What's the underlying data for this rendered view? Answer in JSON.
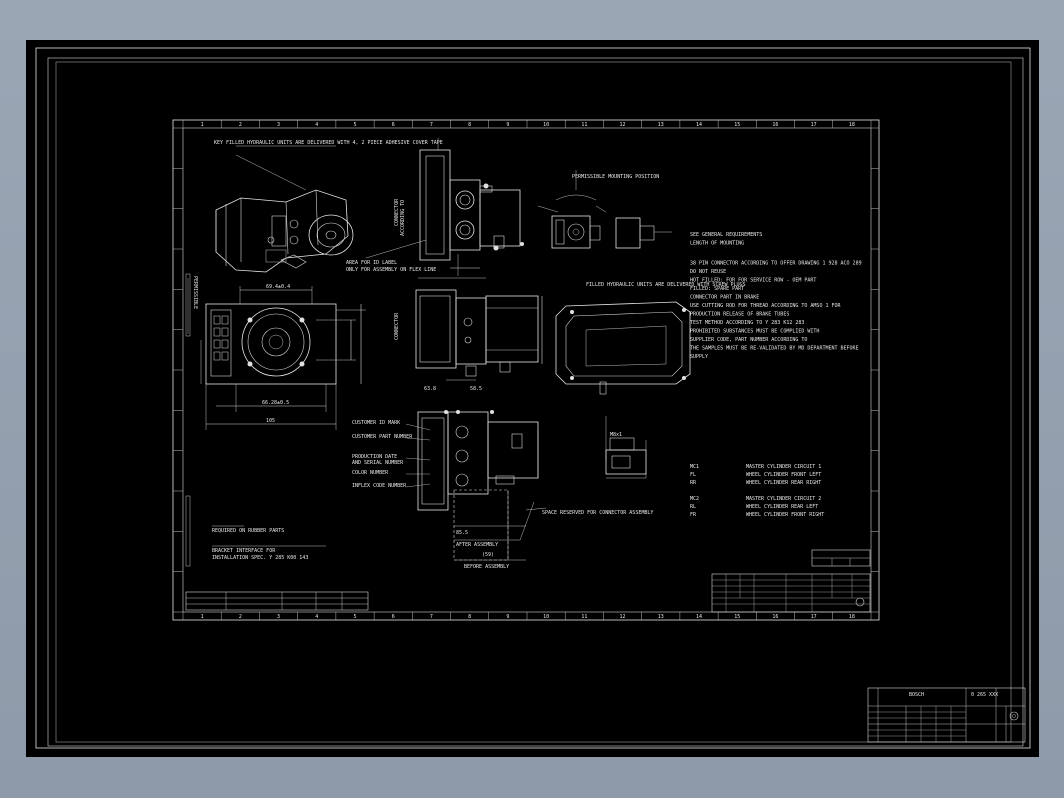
{
  "drawing": {
    "notes_top_left": "KEY FILLED HYDRAULIC UNITS ARE DELIVERED WITH 4, 2 PIECE ADHESIVE COVER TAPE",
    "label_area": "AREA FOR ID LABEL",
    "label_area_2": "ONLY FOR ASSEMBLY ON FLEX LINE",
    "permissible_position": "PERMISSIBLE MOUNTING POSITION",
    "filled_units_note": "FILLED HYDRAULIC UNITS ARE DELIVERED WITH SCREW PLUGS",
    "top_view_dims": {
      "d1": "69.4±0.4",
      "d2": "66.28±0.5",
      "d3": "105"
    },
    "label_fields": [
      "CUSTOMER ID MARK",
      "CUSTOMER PART NUMBER",
      "PRODUCTION DATE",
      "AND SERIAL NUMBER",
      "COLOR NUMBER",
      "INFLEX CODE NUMBER"
    ],
    "space_note": "SPACE RESERVED FOR CONNECTOR ASSEMBLY",
    "after_assembly": "AFTER ASSEMBLY",
    "before_assembly": "BEFORE ASSEMBLY",
    "bottom_notes": [
      "REQUIRED ON RUBBER PARTS",
      "BRACKET INTERFACE FOR",
      "INSTALLATION SPEC. Y 285 K00 143"
    ],
    "right_notes": [
      "SEE GENERAL REQUIREMENTS",
      "LENGTH OF MOUNTING",
      "38 PIN CONNECTOR ACCORDING TO OFFER DRAWING 1 928 ACO 289",
      "DO NOT REUSE",
      "HOT FILLED: FOR FOR SERVICE ROW - OEM PART",
      "FILLED: SPARE PART",
      "CONNECTOR PART IN BRAKE",
      "USE CUTTING ROD FOR THREAD ACCORDING TO AMSO 1 FOR",
      "PRODUCTION RELEASE OF BRAKE TUBES",
      "TEST METHOD ACCORDING TO Y 283 K12 283",
      "PROHIBITED SUBSTANCES MUST BE COMPLIED WITH",
      "SUPPLIER CODE, PART NUMBER ACCORDING TO",
      "THE SAMPLES MUST BE RE-VALIDATED BY MD DEPARTMENT BEFORE",
      "SUPPLY"
    ],
    "ports": [
      {
        "code": "MC1",
        "desc": "MASTER CYLINDER CIRCUIT 1"
      },
      {
        "code": "FL",
        "desc": "WHEEL CYLINDER FRONT LEFT"
      },
      {
        "code": "RR",
        "desc": "WHEEL CYLINDER REAR RIGHT"
      },
      {
        "code": "MC2",
        "desc": "MASTER CYLINDER CIRCUIT 2"
      },
      {
        "code": "RL",
        "desc": "WHEEL CYLINDER REAR LEFT"
      },
      {
        "code": "FR",
        "desc": "WHEEL CYLINDER FRONT RIGHT"
      }
    ],
    "border_numbers": [
      "1",
      "2",
      "3",
      "4",
      "5",
      "6",
      "7",
      "8",
      "9",
      "10",
      "11",
      "12",
      "13",
      "14",
      "15",
      "16",
      "17",
      "18"
    ],
    "title_block": {
      "company": "BOSCH",
      "doc_no": "0 265 XXX"
    }
  }
}
